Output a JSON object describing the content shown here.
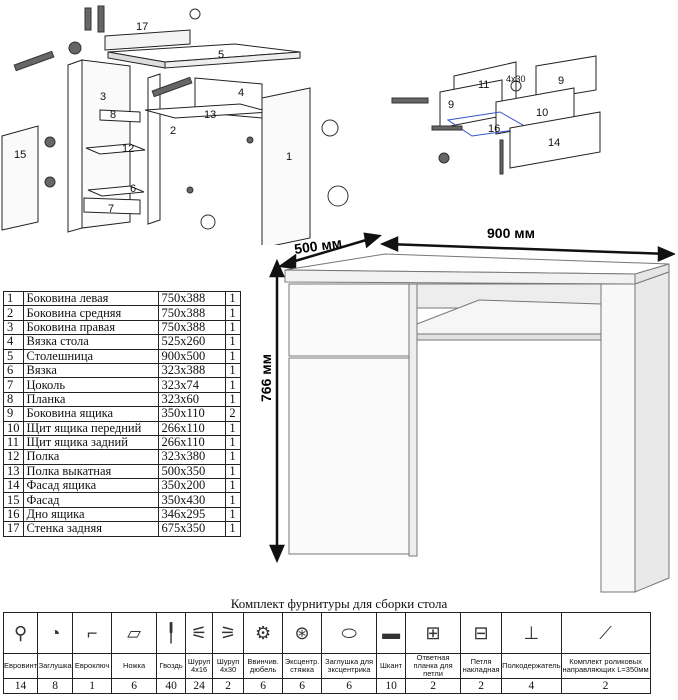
{
  "callouts": {
    "exploded": [
      "17",
      "5",
      "3",
      "4",
      "8",
      "13",
      "2",
      "12",
      "6",
      "7",
      "15",
      "1"
    ],
    "drawer": [
      "11",
      "9",
      "9",
      "10",
      "16",
      "14",
      "4x30"
    ]
  },
  "dimensions": {
    "depth": "500 мм",
    "width": "900 мм",
    "height": "766 мм"
  },
  "parts": [
    {
      "n": "1",
      "name": "Боковина левая",
      "size": "750x388",
      "qty": "1"
    },
    {
      "n": "2",
      "name": "Боковина средняя",
      "size": "750x388",
      "qty": "1"
    },
    {
      "n": "3",
      "name": "Боковина правая",
      "size": "750x388",
      "qty": "1"
    },
    {
      "n": "4",
      "name": "Вязка стола",
      "size": "525x260",
      "qty": "1"
    },
    {
      "n": "5",
      "name": "Столешница",
      "size": "900x500",
      "qty": "1"
    },
    {
      "n": "6",
      "name": "Вязка",
      "size": "323x388",
      "qty": "1"
    },
    {
      "n": "7",
      "name": "Цоколь",
      "size": "323x74",
      "qty": "1"
    },
    {
      "n": "8",
      "name": "Планка",
      "size": "323x60",
      "qty": "1"
    },
    {
      "n": "9",
      "name": "Боковина ящика",
      "size": "350x110",
      "qty": "2"
    },
    {
      "n": "10",
      "name": "Щит ящика передний",
      "size": "266x110",
      "qty": "1"
    },
    {
      "n": "11",
      "name": "Щит ящика задний",
      "size": "266x110",
      "qty": "1"
    },
    {
      "n": "12",
      "name": "Полка",
      "size": "323x380",
      "qty": "1"
    },
    {
      "n": "13",
      "name": "Полка выкатная",
      "size": "500x350",
      "qty": "1"
    },
    {
      "n": "14",
      "name": "Фасад ящика",
      "size": "350x200",
      "qty": "1"
    },
    {
      "n": "15",
      "name": "Фасад",
      "size": "350x430",
      "qty": "1"
    },
    {
      "n": "16",
      "name": "Дно ящика",
      "size": "346x295",
      "qty": "1"
    },
    {
      "n": "17",
      "name": "Стенка задняя",
      "size": "675x350",
      "qty": "1"
    }
  ],
  "hardware": {
    "title": "Комплект фурнитуры для сборки стола",
    "items": [
      {
        "label": "Евровинт",
        "qty": "14",
        "icon": "screw-icon"
      },
      {
        "label": "Заглушка",
        "qty": "8",
        "icon": "cap-icon"
      },
      {
        "label": "Евроключ",
        "qty": "1",
        "icon": "hex-key-icon"
      },
      {
        "label": "Ножка",
        "qty": "6",
        "icon": "foot-icon"
      },
      {
        "label": "Гвоздь",
        "qty": "40",
        "icon": "nail-icon"
      },
      {
        "label": "Шуруп 4x16",
        "qty": "24",
        "icon": "screw-short-icon"
      },
      {
        "label": "Шуруп 4x30",
        "qty": "2",
        "icon": "screw-long-icon"
      },
      {
        "label": "Ввинчив. дюбель",
        "qty": "6",
        "icon": "dowel-screw-icon"
      },
      {
        "label": "Эксцентр. стяжка",
        "qty": "6",
        "icon": "cam-lock-icon"
      },
      {
        "label": "Заглушка для эксцентрика",
        "qty": "6",
        "icon": "cam-cap-icon"
      },
      {
        "label": "Шкант",
        "qty": "10",
        "icon": "wood-dowel-icon"
      },
      {
        "label": "Ответная планка для петли",
        "qty": "2",
        "icon": "hinge-plate-icon"
      },
      {
        "label": "Петля накладная",
        "qty": "2",
        "icon": "hinge-icon"
      },
      {
        "label": "Полкодержатель",
        "qty": "4",
        "icon": "shelf-pin-icon"
      },
      {
        "label": "Комплект роликовых направляющих L=350мм",
        "qty": "2",
        "icon": "drawer-slide-icon"
      }
    ]
  }
}
